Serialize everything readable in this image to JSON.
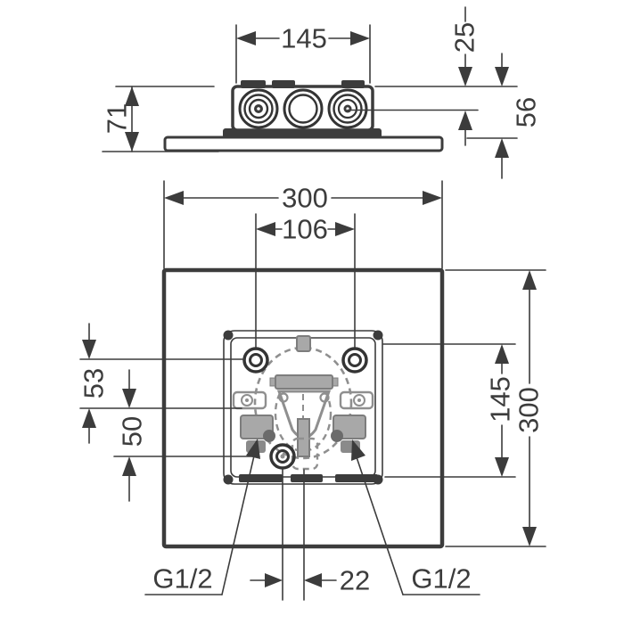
{
  "colors": {
    "line": "#3c3c3c",
    "mechanism_gray": "#8f8f8f",
    "mechanism_dark": "#6b6b6b",
    "background": "#ffffff"
  },
  "side_view": {
    "description": "side elevation of concealed housing on ceiling plate",
    "dims": {
      "housing_width": "145",
      "top_to_port_center": "25",
      "total_height": "71",
      "housing_to_plate": "56"
    }
  },
  "plan_view": {
    "description": "bottom plan of 300x300 plate with basic set",
    "dims": {
      "plate_width": "300",
      "screw_hole_spacing": "106",
      "plate_height": "300",
      "housing_height": "145",
      "holes_to_center": "53",
      "center_to_bottom_hole": "50",
      "bottom_hole_offset": "22"
    },
    "labels": {
      "thread_left": "G1/2",
      "thread_right": "G1/2"
    }
  }
}
